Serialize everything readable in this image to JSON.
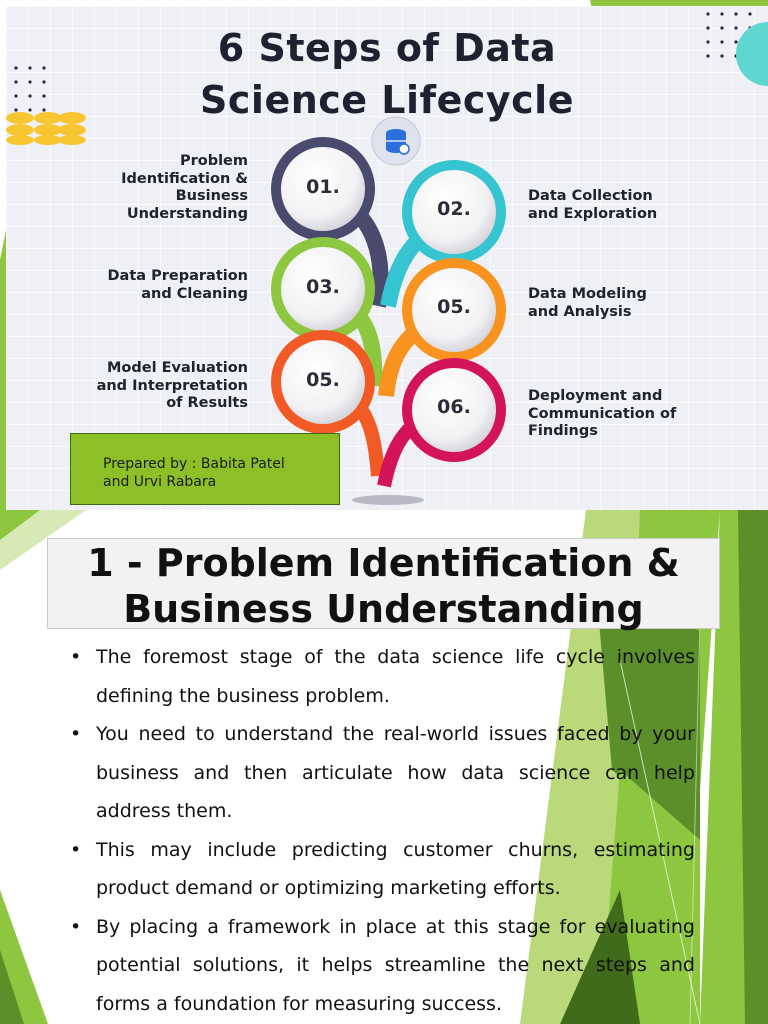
{
  "infographic": {
    "title_line1": "6 Steps of Data",
    "title_line2": "Science Lifecycle",
    "icon": "database-icon",
    "steps": [
      {
        "number": "01.",
        "label": [
          "Problem",
          "Identification &",
          "Business",
          "Understanding"
        ],
        "color": "#4a4a6e"
      },
      {
        "number": "02.",
        "label": [
          "Data Collection",
          "and Exploration"
        ],
        "color": "#35c4d0"
      },
      {
        "number": "03.",
        "label": [
          "Data Preparation",
          "and Cleaning"
        ],
        "color": "#8dc63f"
      },
      {
        "number": "05.",
        "label": [
          "Data Modeling",
          "and Analysis"
        ],
        "color": "#f7931e"
      },
      {
        "number": "05.",
        "label": [
          "Model Evaluation",
          "and Interpretation",
          "of Results"
        ],
        "color": "#f15a24"
      },
      {
        "number": "06.",
        "label": [
          "Deployment and",
          "Communication of",
          "Findings"
        ],
        "color": "#d4145a"
      }
    ],
    "credit": "Prepared by : Babita Patel and Urvi Rabara"
  },
  "slide2": {
    "heading": "1 - Problem Identification & Business Understanding",
    "bullet_symbol": "•",
    "bullets": [
      "The foremost stage of the data science life cycle involves defining the business problem.",
      "You need to understand the real-world issues faced by your business and then articulate how data science can help address them.",
      "This may include predicting customer churns, estimating product demand or optimizing marketing efforts.",
      "By placing a framework in place at this stage for evaluating potential solutions, it helps streamline the next steps and forms a foundation for measuring success."
    ],
    "accent_colors": [
      "#8dc63f",
      "#5a8f29",
      "#b9d97a",
      "#3f6b1a"
    ]
  }
}
